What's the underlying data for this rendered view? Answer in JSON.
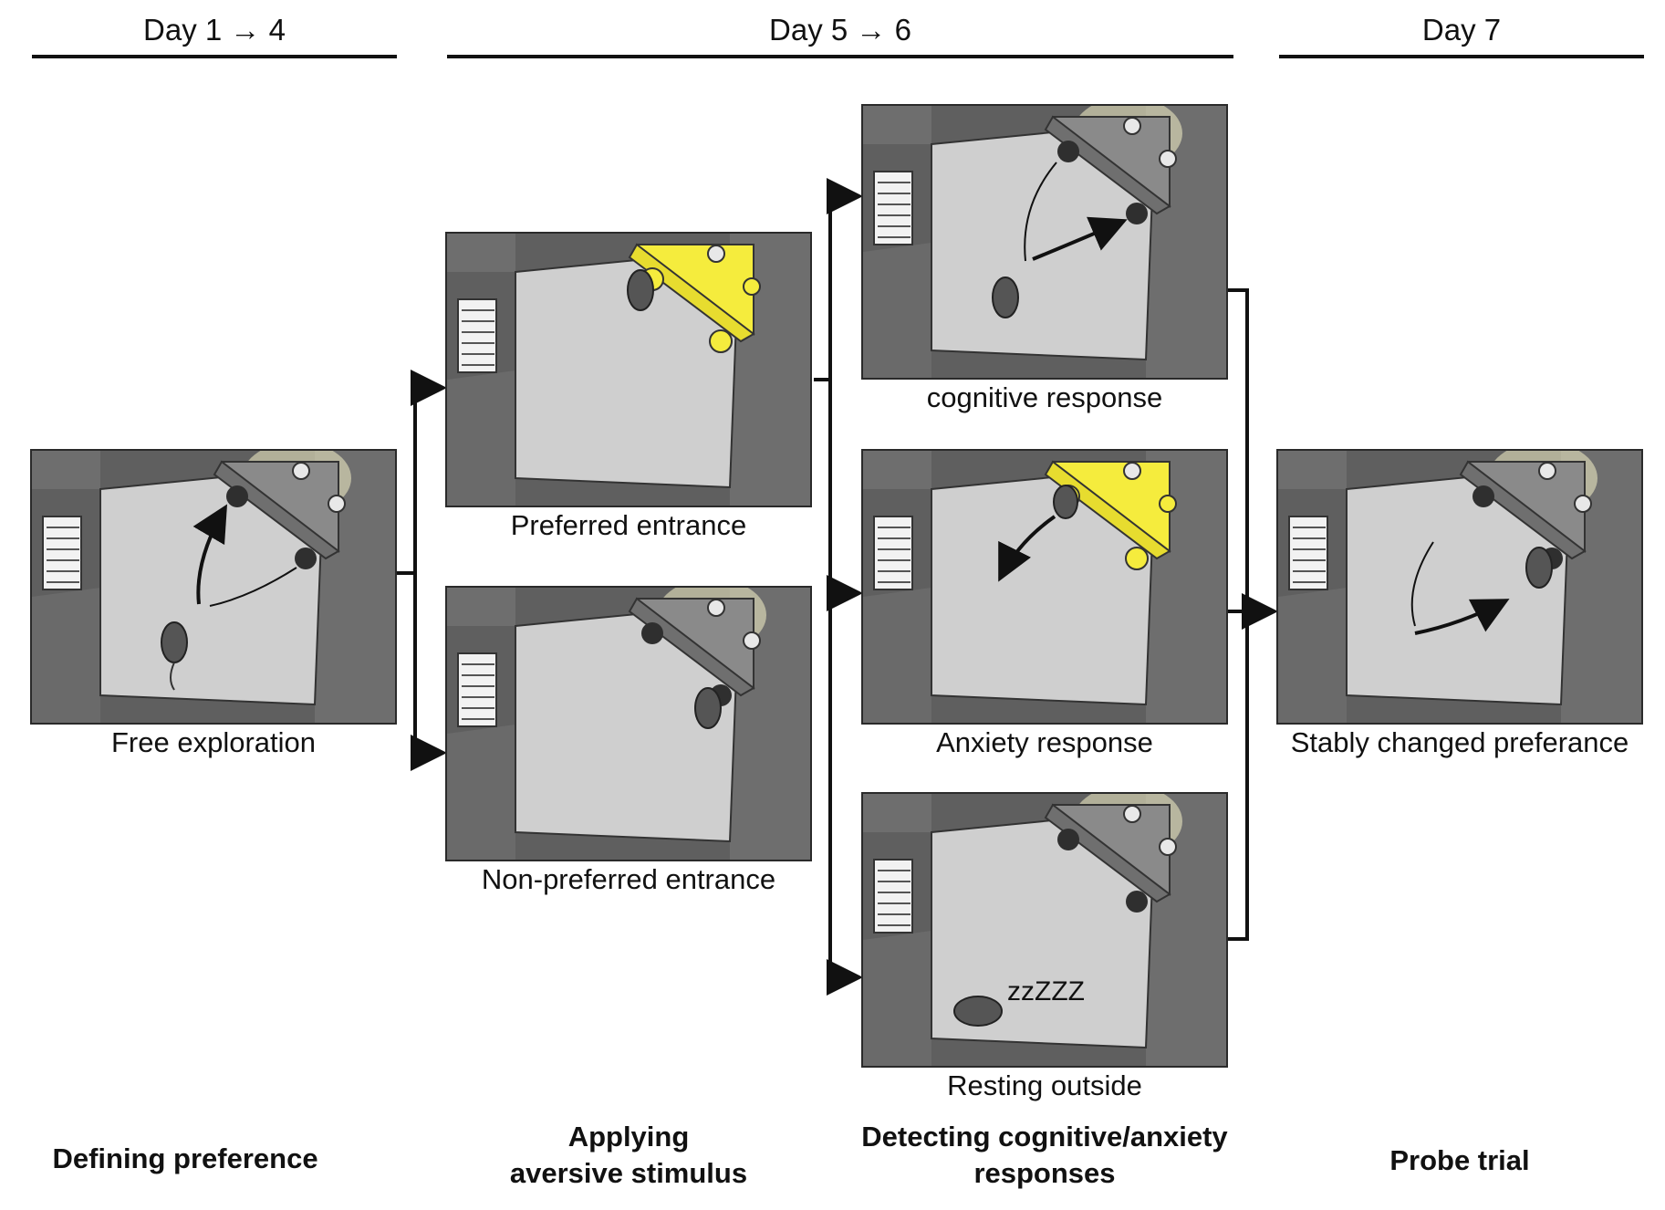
{
  "timeline": {
    "day1": "Day 1 → 4",
    "day2": "Day 5 → 6",
    "day3": "Day 7"
  },
  "panels": {
    "free": {
      "caption": "Free exploration",
      "box_lit": false
    },
    "preferred": {
      "caption": "Preferred entrance",
      "box_lit": true
    },
    "nonpreferred": {
      "caption": "Non-preferred entrance",
      "box_lit": false
    },
    "cognitive": {
      "caption": "cognitive response",
      "box_lit": false
    },
    "anxiety": {
      "caption": "Anxiety response",
      "box_lit": true
    },
    "resting": {
      "caption": "Resting outside",
      "box_lit": false,
      "sleep_text": "zzZZZ"
    },
    "probe": {
      "caption": "Stably changed preferance",
      "box_lit": false
    }
  },
  "phases": {
    "defining": "Defining preference",
    "applying_line1": "Applying",
    "applying_line2": "aversive stimulus",
    "detecting_line1": "Detecting cognitive/anxiety",
    "detecting_line2": "responses",
    "probe": "Probe trial"
  },
  "colors": {
    "stimulus_yellow": "#f5ec3d",
    "floor": "#cfcfcf",
    "wall": "#6e6e6e"
  }
}
